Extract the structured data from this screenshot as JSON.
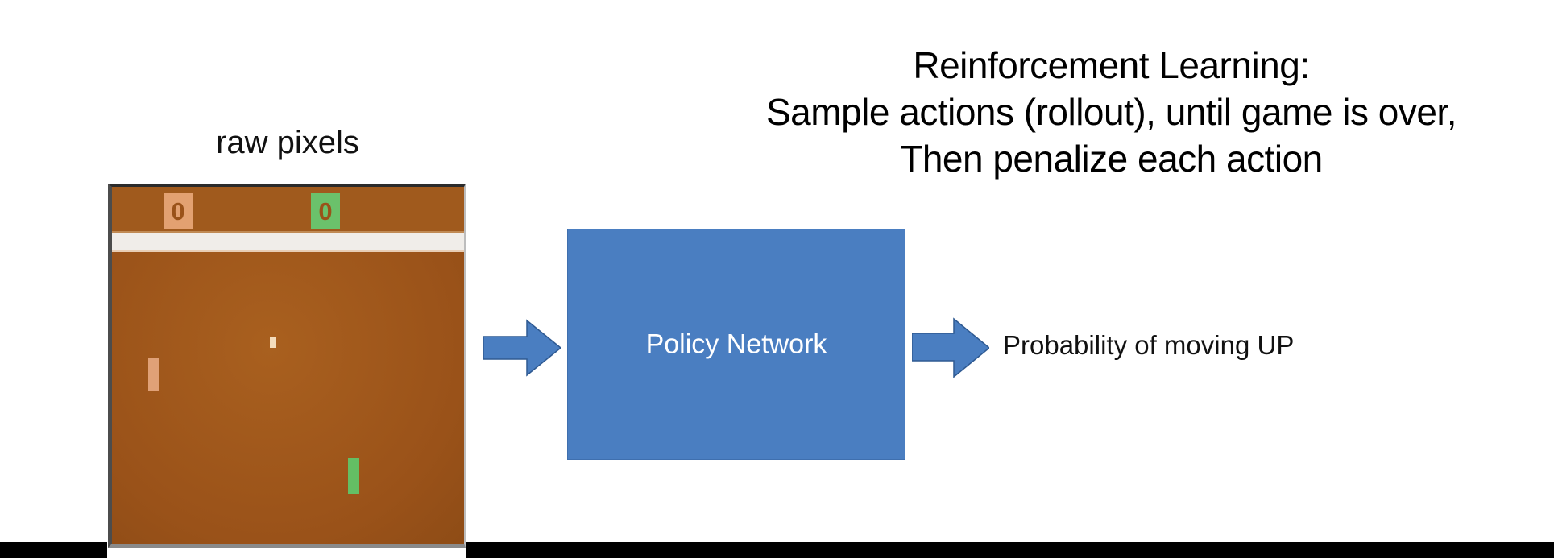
{
  "headline": {
    "lines": [
      "Reinforcement Learning:",
      "Sample actions (rollout), until game is over,",
      "Then penalize each action"
    ]
  },
  "input": {
    "caption": "raw pixels",
    "game": {
      "name": "pong",
      "score_left": "0",
      "score_right": "0",
      "colors": {
        "field": "#a55a1e",
        "divider": "#f0ede9",
        "score_left_bg": "#e3a171",
        "score_right_bg": "#6bc16b",
        "paddle_left": "#e0a177",
        "paddle_right": "#64be64",
        "ball": "#f4dcbb"
      }
    }
  },
  "pipeline": {
    "input_arrow_icon": "right-arrow-icon",
    "model_label": "Policy Network",
    "model_color": "#4a7ec1",
    "output_arrow_icon": "right-arrow-icon",
    "output_label": "Probability of moving UP"
  }
}
